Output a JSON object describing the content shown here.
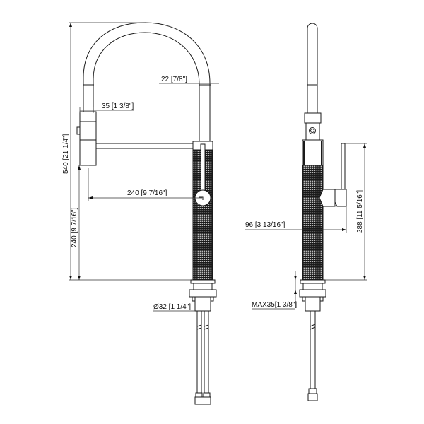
{
  "drawing": {
    "subject": "pull-down kitchen faucet technical drawing",
    "views": [
      "side-view",
      "front-view"
    ],
    "line_color": "#1a1a1a",
    "knurl_color": "#1a1a1a",
    "background": "#ffffff"
  },
  "side_view": {
    "dimensions": {
      "spout_tube_width": "22 [7/8\"]",
      "sprayer_width": "35 [1 3/8\"]",
      "total_height": "540 [21 1/4\"]",
      "sprayer_to_deck_height": "240 [9 7/16\"]",
      "spout_reach": "240 [9 7/16\"]",
      "mount_hole_diameter": "Ø32 [1 1/4\"]"
    }
  },
  "front_view": {
    "dimensions": {
      "handle_projection": "96 [3 13/16\"]",
      "handle_height": "288 [11 5/16\"]",
      "max_deck_thickness": "MAX35[1 3/8\"]"
    }
  }
}
